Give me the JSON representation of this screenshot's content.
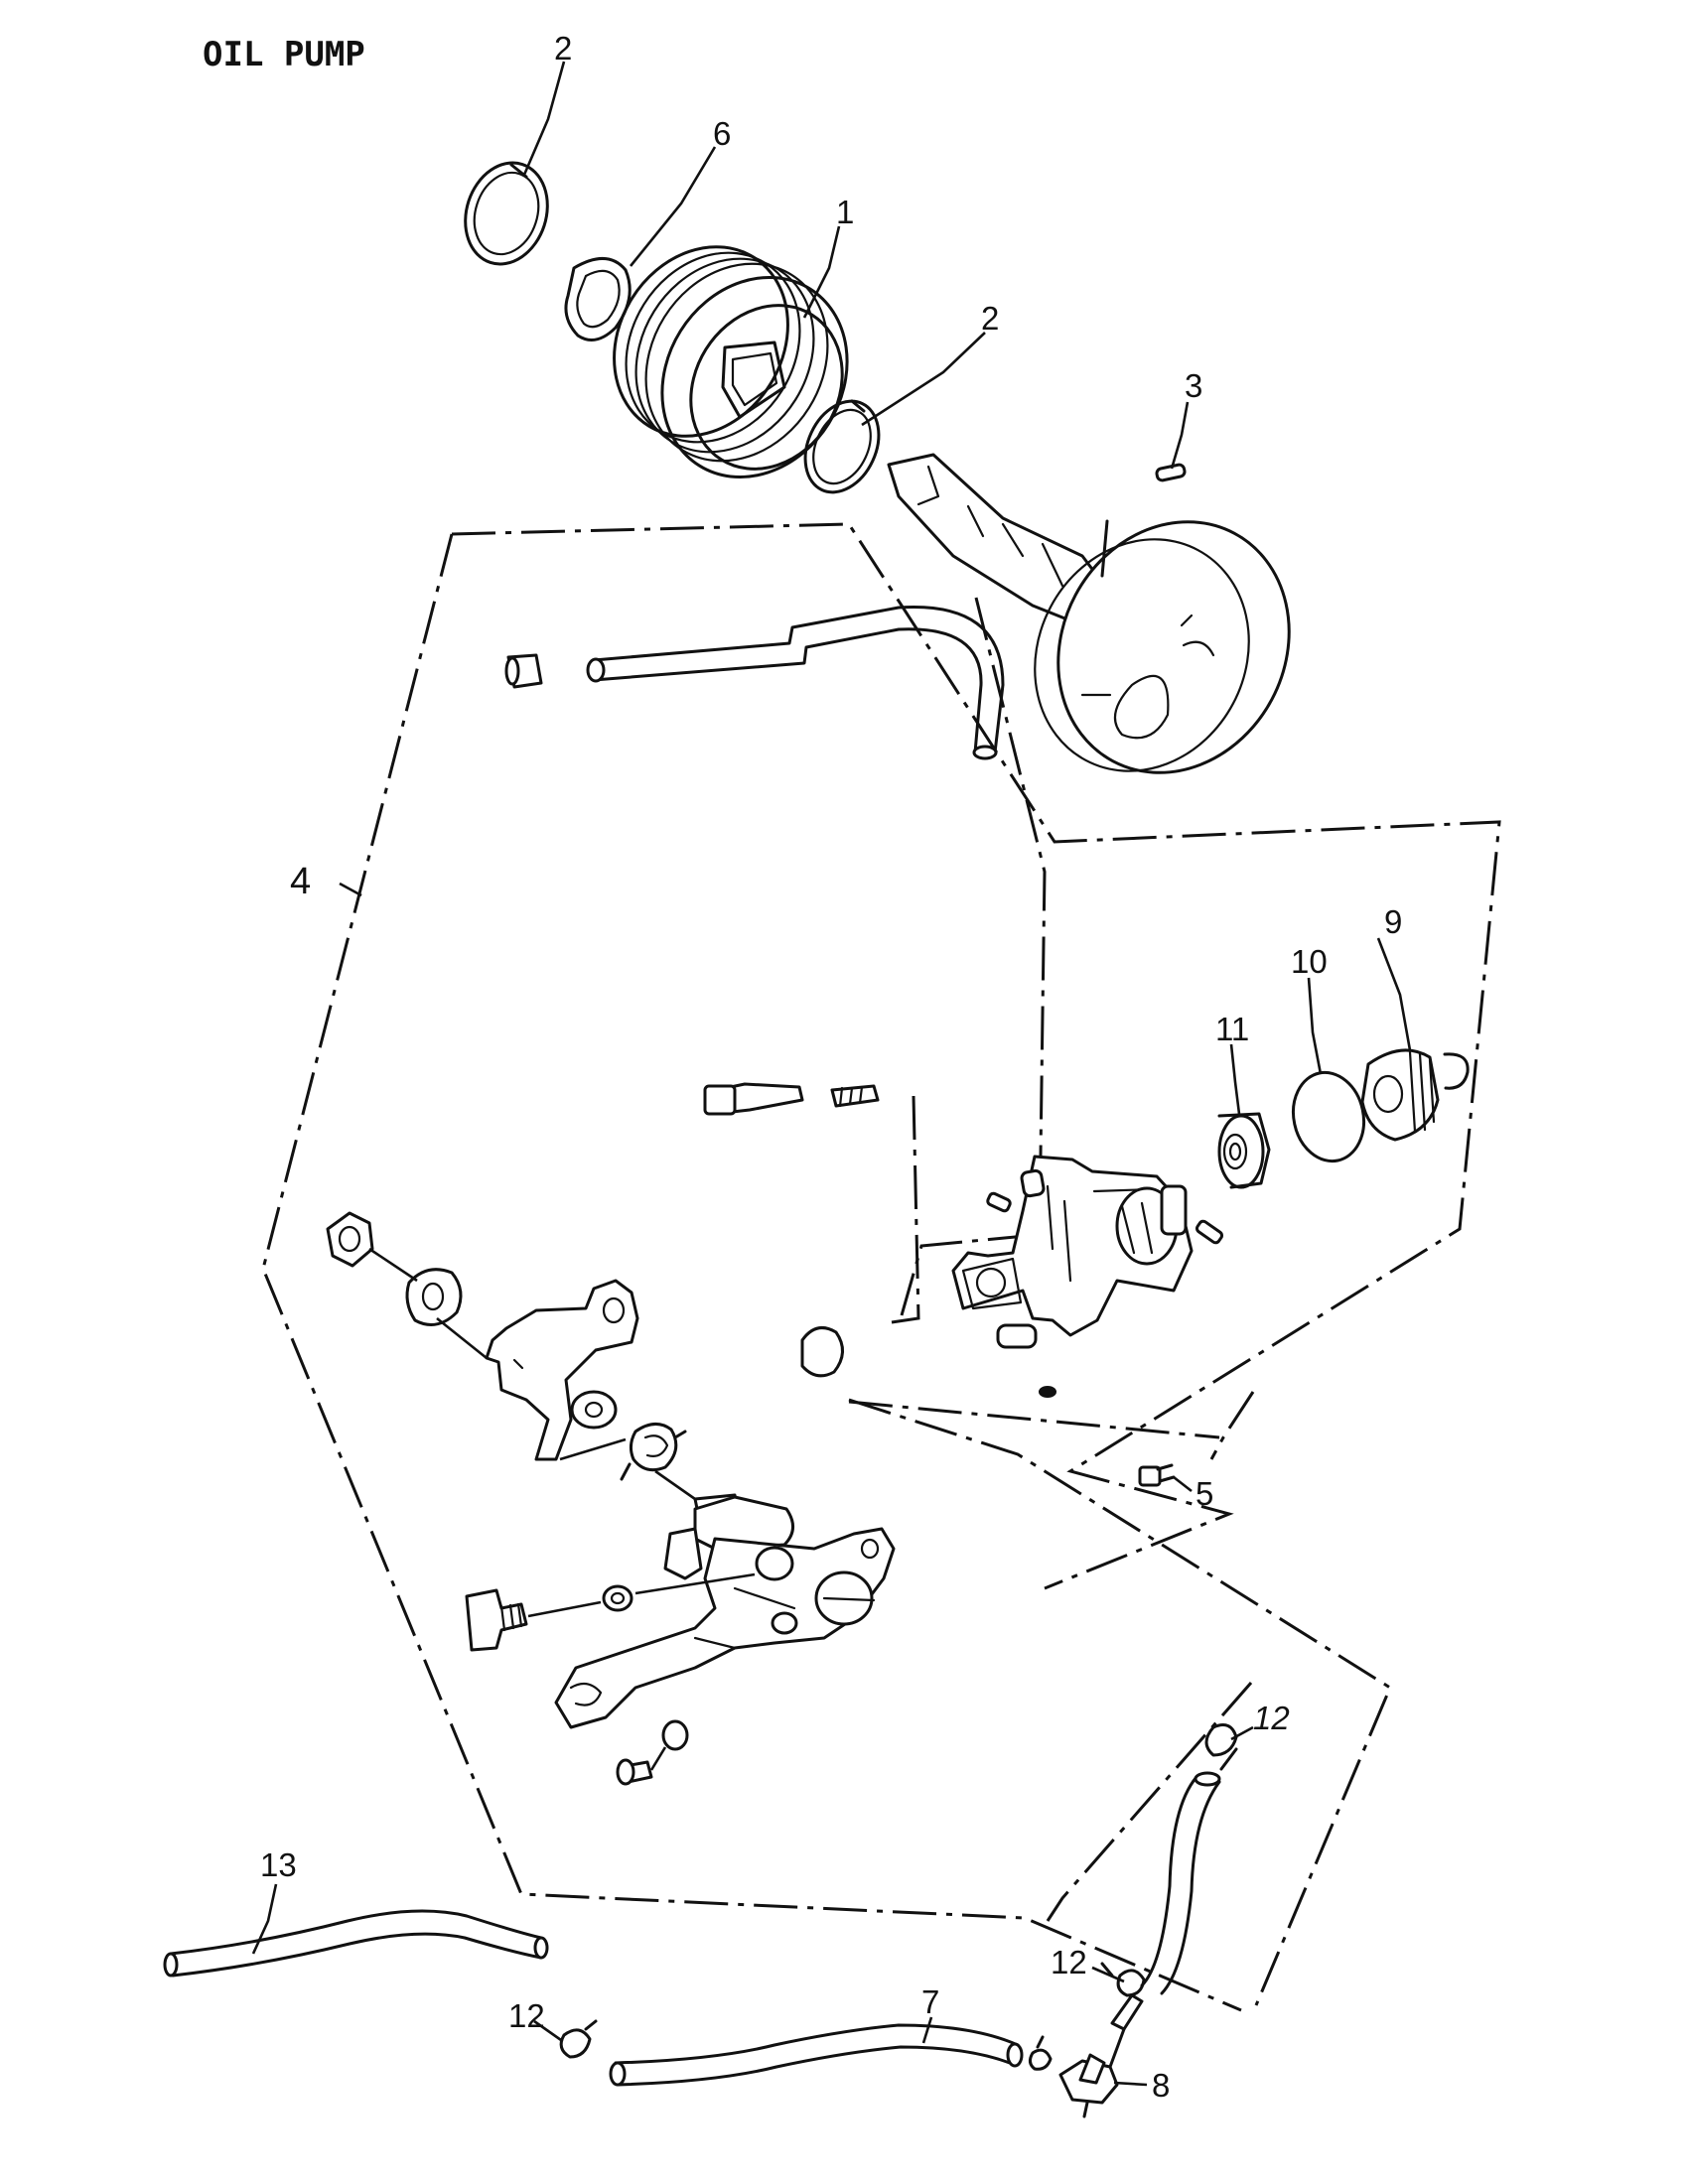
{
  "diagram": {
    "title": "OIL PUMP",
    "callouts": [
      {
        "id": "c2a",
        "text": "2"
      },
      {
        "id": "c6",
        "text": "6"
      },
      {
        "id": "c1",
        "text": "1"
      },
      {
        "id": "c2b",
        "text": "2"
      },
      {
        "id": "c3",
        "text": "3"
      },
      {
        "id": "c4",
        "text": "4"
      },
      {
        "id": "c9",
        "text": "9"
      },
      {
        "id": "c10",
        "text": "10"
      },
      {
        "id": "c11",
        "text": "11"
      },
      {
        "id": "c5",
        "text": "5"
      },
      {
        "id": "c12a",
        "text": "12"
      },
      {
        "id": "c13",
        "text": "13"
      },
      {
        "id": "c12b",
        "text": "12"
      },
      {
        "id": "c12c",
        "text": "12"
      },
      {
        "id": "c7",
        "text": "7"
      },
      {
        "id": "c8",
        "text": "8"
      }
    ]
  }
}
